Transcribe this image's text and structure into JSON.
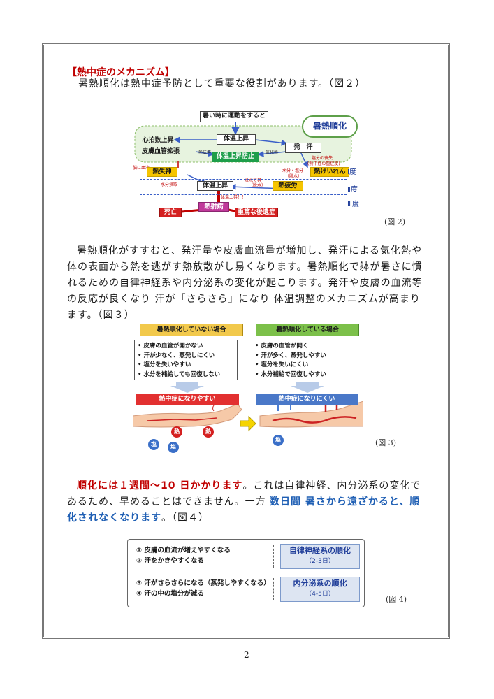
{
  "heading": "【熱中症のメカニズム】",
  "intro": "暑熱順化は熱中症予防として重要な役割があります。（図２）",
  "fig2": {
    "caption": "(図 2)",
    "start": "暑い時に運動をすると",
    "acclimation": "暑熱順化",
    "temp_rise": "体温上昇",
    "heart_rate": "心拍数上昇",
    "vasodilation": "皮膚血管拡張",
    "sweat": "発　汗",
    "temp_prevent": "体温上昇防止",
    "heat_conduction": "熱伝導",
    "evaporation": "気化熱",
    "salt_loss": "塩分の喪失",
    "syncope": "熱失神",
    "cramp": "熱けいれん",
    "exhaustion": "熱疲労",
    "temp_rise2": "体温上昇",
    "temp_rise3": "体温上昇！！",
    "heatstroke": "熱射病",
    "death": "死亡",
    "sequelae": "重篤な後遺症",
    "brain_blood": "脳に血液",
    "fluid_intake": "水分摂取",
    "water_salt": "水分・塩分",
    "dehydration_sub": "（脱水）",
    "dehydration": "脱水で昇",
    "dehydration2": "（脱水）",
    "severity_label": "(熱中症の重症度)",
    "levels": [
      "Ⅰ度",
      "Ⅱ度",
      "Ⅲ度"
    ]
  },
  "para2": "暑熱順化がすすむと、発汗量や皮膚血流量が増加し、発汗による気化熱や体の表面から熱を逃がす熱放散がし易くなります。暑熱順化で躰が暑さに慣れるための自律神経系や内分泌系の変化が起こります。発汗や皮膚の血流等の反応が良くなり 汗が「さらさら」になり 体温調整のメカニズムが高まります。（図３）",
  "fig3": {
    "caption": "(図 3)",
    "left_header": "暑熱順化していない場合",
    "right_header": "暑熱順化している場合",
    "left_items": [
      "皮膚の血管が開かない",
      "汗が少なく、蒸発しにくい",
      "塩分を失いやすい",
      "水分を補給しても回復しない"
    ],
    "right_items": [
      "皮膚の血管が開く",
      "汗が多く、蒸発しやすい",
      "塩分を失いにくい",
      "水分補給で回復しやすい"
    ],
    "left_result": "熱中症になりやすい",
    "right_result": "熱中症になりにくい",
    "heat": "熱",
    "salt": "塩"
  },
  "para3": {
    "a": "順化には１週間〜10 日かかります",
    "b": "。これは自律神経、内分泌系の変化であるため、早めることはできません。一方 ",
    "c": "数日間 暑さから遠ざかると、順化されなくなります",
    "d": "。（図４）"
  },
  "fig4": {
    "caption": "(図 4)",
    "items": [
      "① 皮膚の血流が増えやすくなる",
      "② 汗をかきやすくなる",
      "③ 汗がさらさらになる（蒸発しやすくなる）",
      "④ 汗の中の塩分が減る"
    ],
    "box1_title": "自律神経系の順化",
    "box1_days": "（2-3日）",
    "box2_title": "内分泌系の順化",
    "box2_days": "（4-5日）"
  },
  "page_number": "2"
}
